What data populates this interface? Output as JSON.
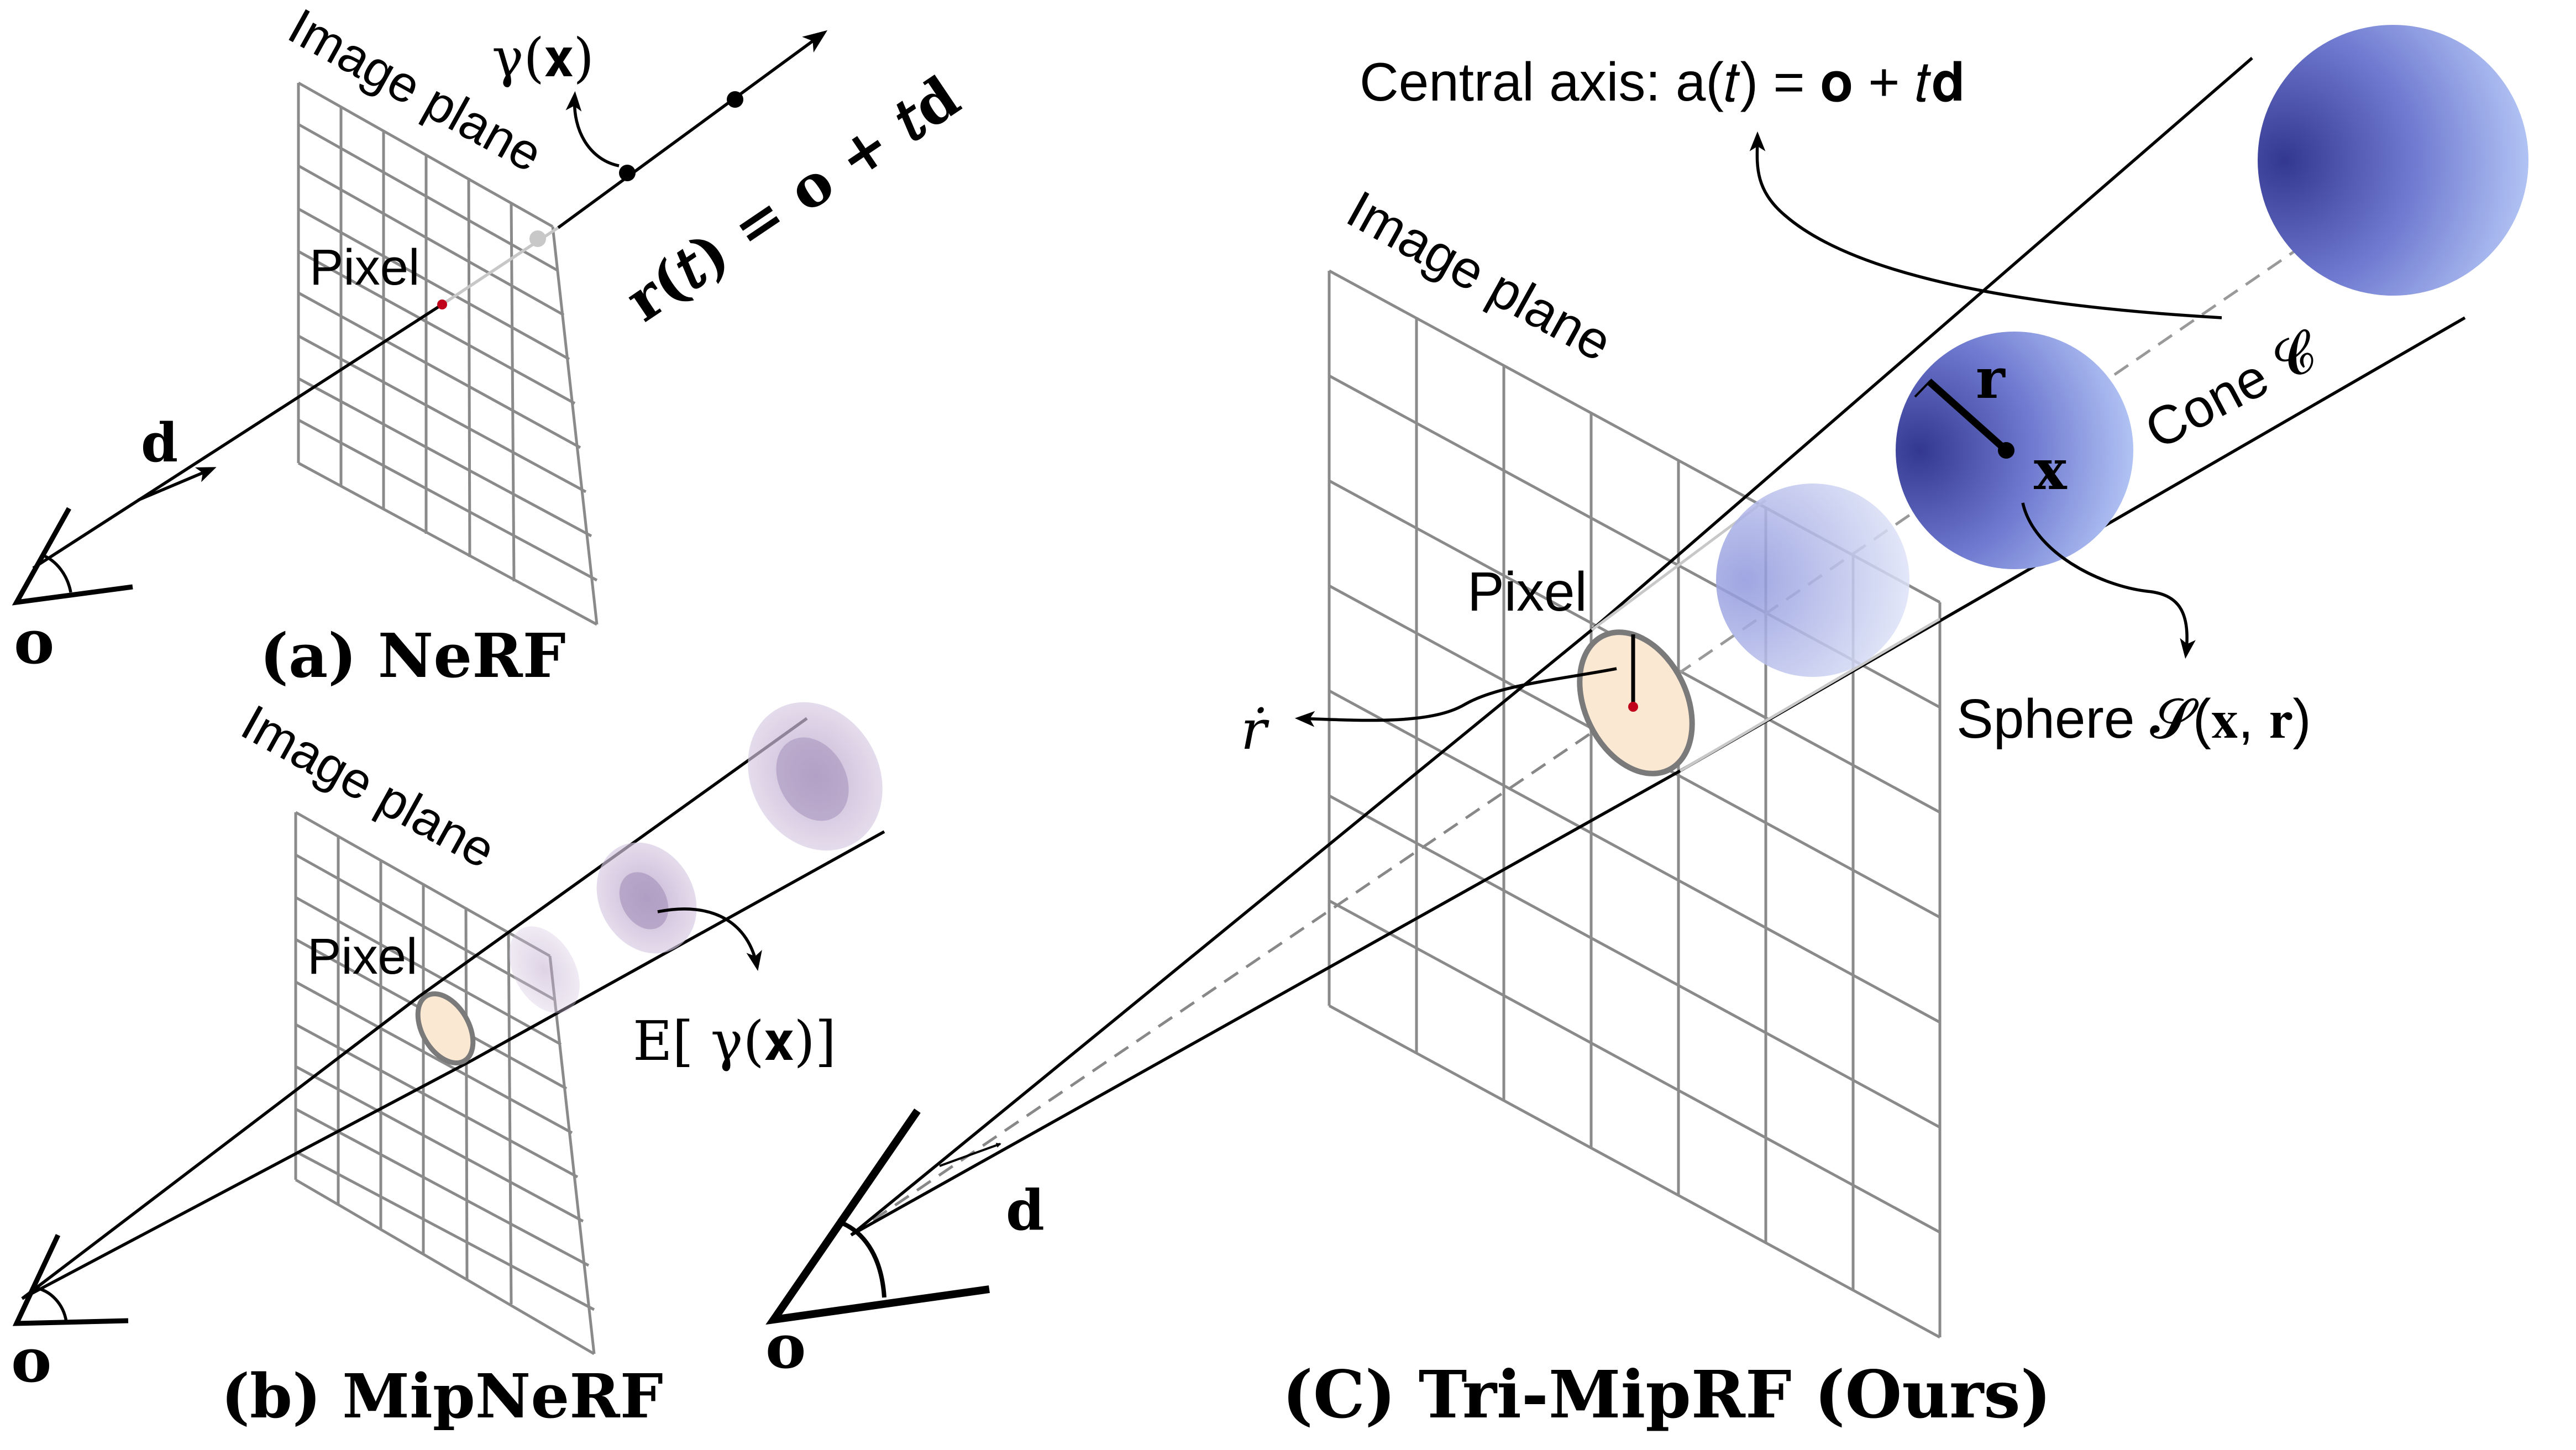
{
  "panels": {
    "a": {
      "caption": "(a) NeRF",
      "image_plane": "Image plane",
      "pixel": "Pixel",
      "gamma": "γ(𝐱)",
      "ray_equation": "𝐫(𝑡) = 𝐨 + 𝑡𝐝",
      "origin": "𝐨",
      "direction": "𝐝"
    },
    "b": {
      "caption": "(b) MipNeRF",
      "image_plane": "Image plane",
      "pixel": "Pixel",
      "expectation": "E[ γ(𝐱)]",
      "origin": "𝐨"
    },
    "c": {
      "caption": "(C) Tri-MipRF (Ours)",
      "image_plane": "Image plane",
      "pixel": "Pixel",
      "central_axis": "Central axis: a(𝑡) = 𝐨 + 𝑡𝐝",
      "cone": "Cone 𝓒",
      "radius": "𝐫",
      "center": "𝐱",
      "sphere": "Sphere 𝓢(𝐱, 𝐫)",
      "pixel_radius": "ṙ",
      "origin": "𝐨",
      "direction": "𝐝"
    }
  },
  "colors": {
    "sphere_dark": "#3b3f9e",
    "sphere_light": "#b4c6f7",
    "gaussian": "#c3b2d2",
    "pixel_fill": "#fbe8d3",
    "pixel_dot": "#c0001a",
    "grid": "#8a8a8a"
  }
}
